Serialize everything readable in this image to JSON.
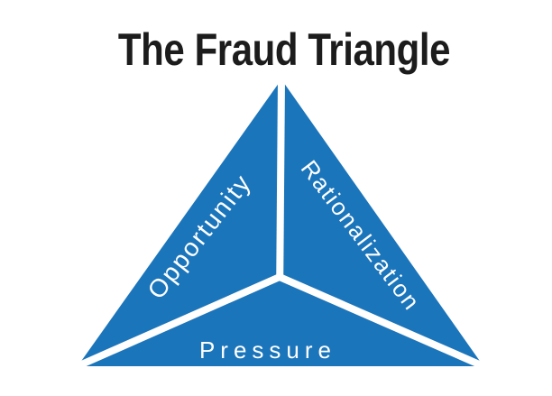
{
  "title": "The Fraud Triangle",
  "triangle": {
    "fill_color": "#1b75bb",
    "divider_color": "#ffffff",
    "labels": {
      "left": "Opportunity",
      "right": "Rationalization",
      "bottom": "Pressure"
    }
  },
  "colors": {
    "background": "#ffffff",
    "title_text": "#1c1c1c",
    "label_text": "#ffffff"
  }
}
